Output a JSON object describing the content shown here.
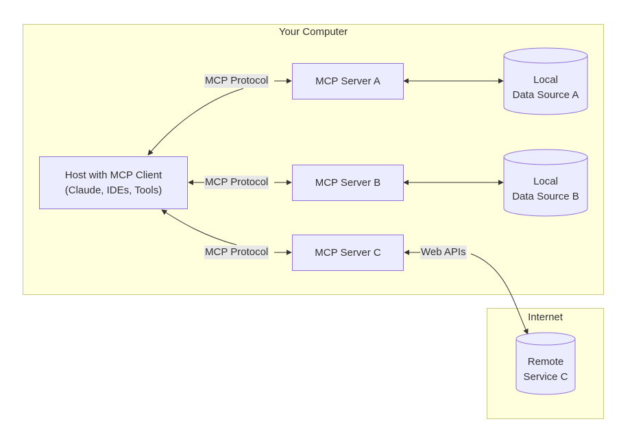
{
  "clusters": {
    "computer": {
      "title": "Your Computer"
    },
    "internet": {
      "title": "Internet"
    }
  },
  "nodes": {
    "host": {
      "line1": "Host with MCP Client",
      "line2": "(Claude, IDEs, Tools)"
    },
    "server_a": {
      "label": "MCP Server A"
    },
    "server_b": {
      "label": "MCP Server B"
    },
    "server_c": {
      "label": "MCP Server C"
    },
    "source_a": {
      "line1": "Local",
      "line2": "Data Source A"
    },
    "source_b": {
      "line1": "Local",
      "line2": "Data Source B"
    },
    "remote_c": {
      "line1": "Remote",
      "line2": "Service C"
    }
  },
  "edge_labels": {
    "protocol_a": "MCP Protocol",
    "protocol_b": "MCP Protocol",
    "protocol_c": "MCP Protocol",
    "web_apis": "Web APIs"
  },
  "colors": {
    "cluster_fill": "#ffffde",
    "cluster_border": "#c9c97f",
    "node_fill": "#ececff",
    "node_border": "#9370db",
    "edge": "#333333",
    "label_bg": "#e8e8e8"
  }
}
